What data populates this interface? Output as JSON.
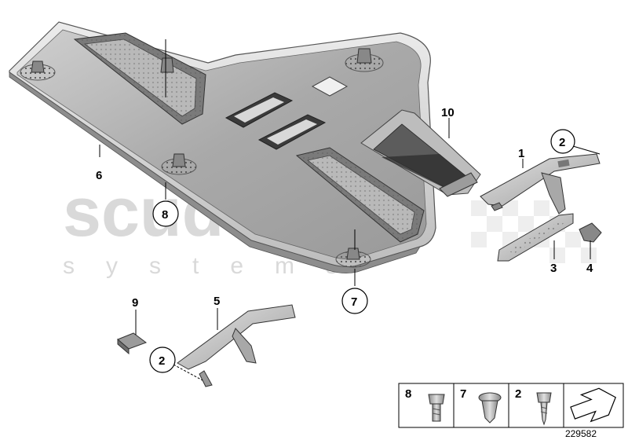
{
  "watermark": {
    "line1": "scuderia",
    "line2": "systems"
  },
  "callouts": {
    "c1": "1",
    "c2a": "2",
    "c2b": "2",
    "c3": "3",
    "c4": "4",
    "c5": "5",
    "c6": "6",
    "c7": "7",
    "c8": "8",
    "c9": "9",
    "c10": "10"
  },
  "legend": {
    "items": [
      "8",
      "7",
      "2"
    ]
  },
  "reference_number": "229582"
}
